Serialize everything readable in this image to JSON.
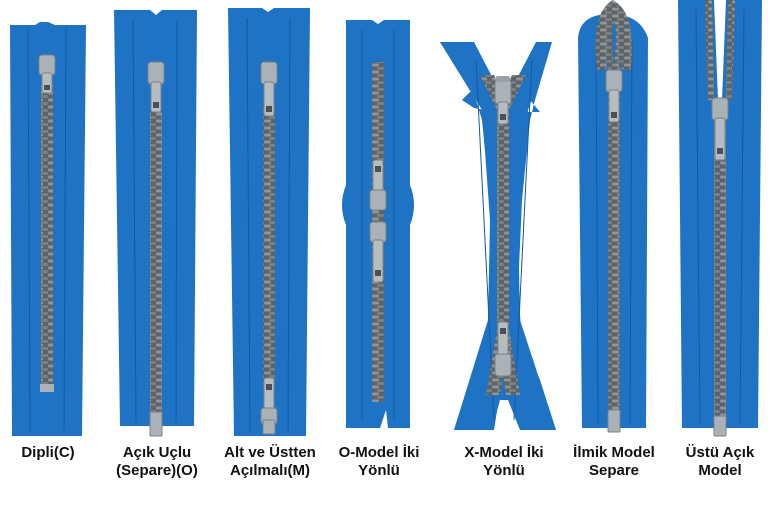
{
  "colors": {
    "tape": "#1f73c4",
    "tape_dark": "#155a9e",
    "teeth": "#7f8487",
    "slider": "#aab2b7",
    "background": "#ffffff",
    "text": "#111111"
  },
  "zippers": [
    {
      "id": "dipli",
      "type": "closed-end",
      "label": [
        "Dipli(C)"
      ]
    },
    {
      "id": "acik-uclu",
      "type": "separating",
      "label": [
        "Açık Uçlu",
        "(Separe)(O)"
      ]
    },
    {
      "id": "alt-ve-ustten",
      "type": "two-way-separating",
      "label": [
        "Alt ve Üstten",
        "Açılmalı(M)"
      ]
    },
    {
      "id": "o-model",
      "type": "o-model-two-way",
      "label": [
        "O-Model İki",
        "Yönlü"
      ]
    },
    {
      "id": "x-model",
      "type": "x-model-two-way",
      "label": [
        "X-Model İki",
        "Yönlü"
      ]
    },
    {
      "id": "ilmik-model",
      "type": "loop-separating",
      "label": [
        "İlmik Model",
        "Separe"
      ]
    },
    {
      "id": "ustu-acik",
      "type": "open-top",
      "label": [
        "Üstü Açık",
        "Model"
      ]
    }
  ]
}
